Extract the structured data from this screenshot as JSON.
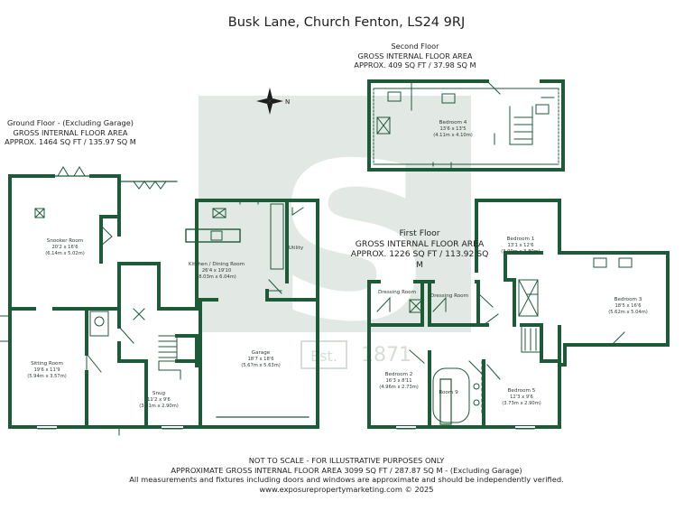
{
  "title": "Busk Lane, Church Fenton, LS24 9RJ",
  "ground_floor": {
    "heading": "Ground Floor - (Excluding Garage)",
    "area_label": "GROSS INTERNAL FLOOR AREA",
    "area": "APPROX. 1464 SQ FT / 135.97 SQ M"
  },
  "first_floor": {
    "heading": "First Floor",
    "area_label": "GROSS INTERNAL FLOOR AREA",
    "area": "APPROX. 1226 SQ FT / 113.92 SQ M"
  },
  "second_floor": {
    "heading": "Second Floor",
    "area_label": "GROSS INTERNAL FLOOR AREA",
    "area": "APPROX. 409 SQ FT / 37.98 SQ M"
  },
  "rooms": {
    "snooker": {
      "name": "Snooker Room",
      "imp": "20'2 x 16'6",
      "met": "(6.14m x 5.02m)"
    },
    "sitting": {
      "name": "Sitting Room",
      "imp": "19'6 x 11'9",
      "met": "(5.94m x 3.57m)"
    },
    "kitchen": {
      "name": "Kitchen / Dining Room",
      "imp": "26'4 x 19'10",
      "met": "(8.03m x 6.04m)"
    },
    "utility": {
      "name": "Utility"
    },
    "snug": {
      "name": "Snug",
      "imp": "11'2 x 9'6",
      "met": "(3.41m x 2.90m)"
    },
    "garage": {
      "name": "Garage",
      "imp": "18'7 x 18'6",
      "met": "(5.67m x 5.63m)"
    },
    "bedroom4": {
      "name": "Bedroom 4",
      "imp": "13'6 x 13'5",
      "met": "(4.11m x 4.10m)"
    },
    "bedroom1": {
      "name": "Bedroom 1",
      "imp": "13'1 x 12'6",
      "met": "(3.99m x 3.80m)"
    },
    "bedroom3": {
      "name": "Bedroom 3",
      "imp": "18'5 x 16'6",
      "met": "(5.62m x 5.04m)"
    },
    "bedroom2": {
      "name": "Bedroom 2",
      "imp": "16'3 x 8'11",
      "met": "(4.96m x 2.73m)"
    },
    "bedroom5": {
      "name": "Bedroom 5",
      "imp": "12'3 x 9'6",
      "met": "(3.73m x 2.90m)"
    },
    "dressing1": {
      "name": "Dressing Room"
    },
    "dressing2": {
      "name": "Dressing Room"
    },
    "room9": {
      "name": "Room 9"
    }
  },
  "watermark": {
    "letter": "S",
    "est": "Est.",
    "year": "1871"
  },
  "compass": {
    "label": "N"
  },
  "footer": {
    "line1": "NOT TO SCALE - FOR ILLUSTRATIVE PURPOSES ONLY",
    "line2": "APPROXIMATE GROSS INTERNAL FLOOR AREA 3099 SQ FT / 287.87 SQ M - (Excluding Garage)",
    "line3": "All measurements and fixtures including doors and windows are approximate and should be independently verified.",
    "line4": "www.exposurepropertymarketing.com © 2025"
  },
  "colors": {
    "wall": "#1d5a38",
    "watermark": "#e2e8e3",
    "text": "#222222"
  }
}
